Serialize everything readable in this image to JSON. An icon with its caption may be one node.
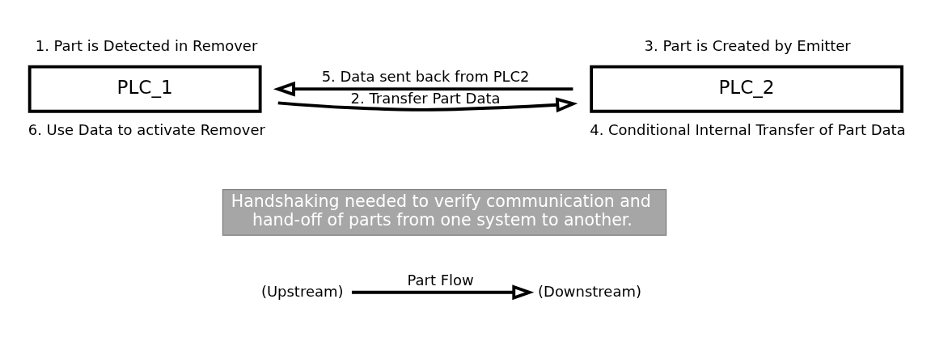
{
  "diagram": {
    "nodes": [
      {
        "text": [
          "PLC_1"
        ],
        "beside": [
          "1. Part is Detected in Remover",
          "6. Use Data to activate Remover"
        ]
      },
      {
        "text": [
          "PLC_2"
        ],
        "beside": [
          "3. Part is Created by Emitter",
          "4. Conditional Internal Transfer of Part Data"
        ]
      },
      {
        "text": [
          "Handshaking needed to verify communication and hand-off of parts from one system to another."
        ]
      },
      {
        "text": [
          "(Upstream)"
        ]
      },
      {
        "text": [
          "(Downstream)"
        ]
      }
    ],
    "edges": [
      {
        "from": 0,
        "to": 1,
        "arrow": "to",
        "label": "2. Transfer Part Data"
      },
      {
        "from": 1,
        "to": 0,
        "arrow": "to",
        "label": "5. Data sent back from PLC2"
      },
      {
        "from": 3,
        "to": 4,
        "arrow": "to",
        "label": "Part Flow"
      }
    ]
  }
}
